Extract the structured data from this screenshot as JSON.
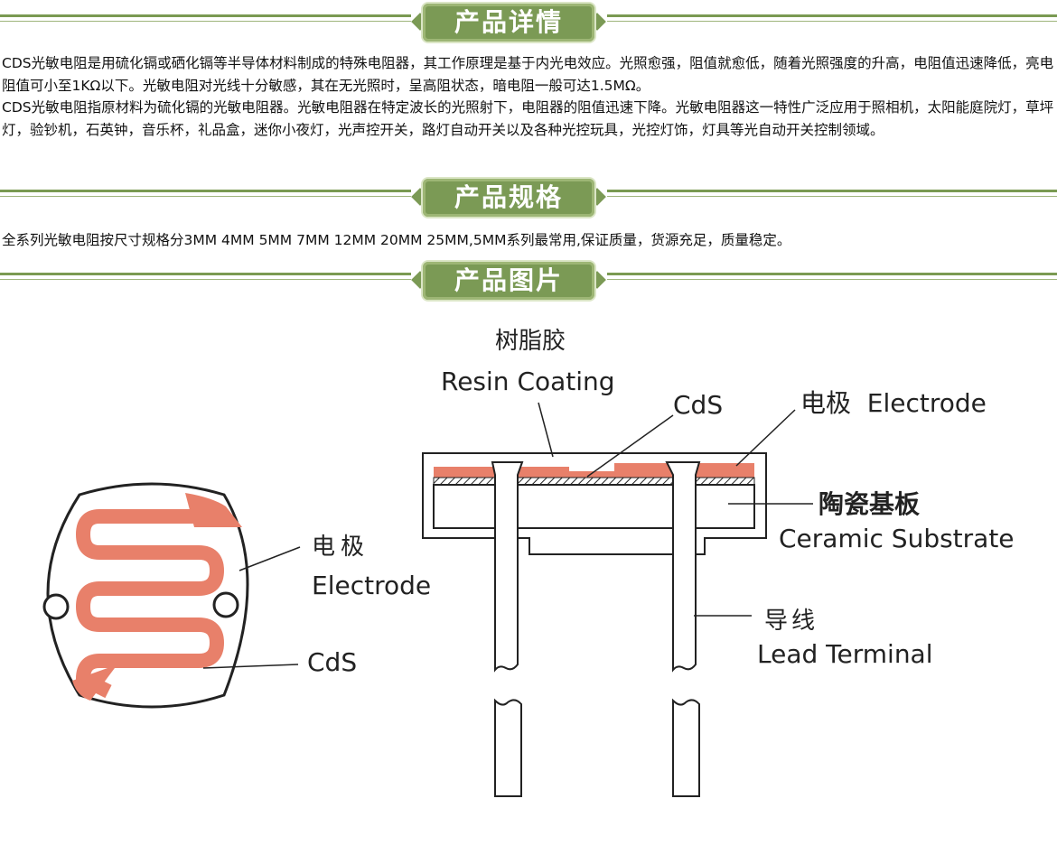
{
  "sections": {
    "detail": {
      "title": "产品详情"
    },
    "spec": {
      "title": "产品规格"
    },
    "picture": {
      "title": "产品图片"
    }
  },
  "detail_paragraphs": [
    "CDS光敏电阻是用硫化镉或硒化镉等半导体材料制成的特殊电阻器，其工作原理是基于内光电效应。光照愈强，阻值就愈低，随着光照强度的升高，电阻值迅速降低，亮电阻值可小至1KΩ以下。光敏电阻对光线十分敏感，其在无光照时，呈高阻状态，暗电阻一般可达1.5MΩ。",
    "CDS光敏电阻指原材料为硫化镉的光敏电阻器。光敏电阻器在特定波长的光照射下，电阻器的阻值迅速下降。光敏电阻器这一特性广泛应用于照相机，太阳能庭院灯，草坪灯，验钞机，石英钟，音乐杯，礼品盒，迷你小夜灯，光声控开关，路灯自动开关以及各种光控玩具，光控灯饰，灯具等光自动开关控制领域。"
  ],
  "spec_text": "全系列光敏电阻按尺寸规格分3MM 4MM 5MM 7MM 12MM 20MM 25MM,5MM系列最常用,保证质量，货源充足，质量稳定。",
  "diagram": {
    "front_view": {
      "electrode_cn": "电极",
      "electrode_en": "Electrode",
      "cds": "CdS"
    },
    "side_view": {
      "resin_cn": "树脂胶",
      "resin_en": "Resin Coating",
      "cds": "CdS",
      "electrode": "电极  Electrode",
      "substrate_cn": "陶瓷基板",
      "substrate_en": "Ceramic Substrate",
      "lead_cn": "导线",
      "lead_en": "Lead Terminal"
    },
    "colors": {
      "cds_fill": "#e8806a",
      "header_green": "#7b9a55"
    }
  }
}
